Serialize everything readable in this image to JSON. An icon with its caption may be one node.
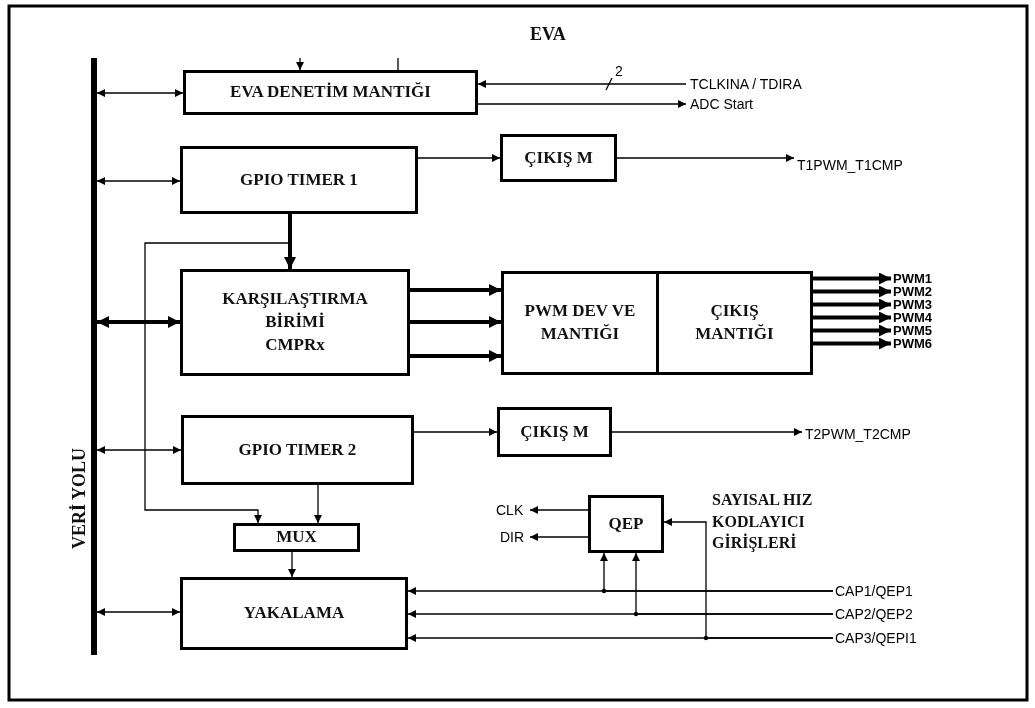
{
  "diagram": {
    "title": "EVA",
    "nodes": [
      {
        "text": [],
        "shape": "bar",
        "beside": [
          "VERİ YOLU"
        ]
      },
      {
        "text": [
          "EVA DENETİM MANTIĞI"
        ]
      },
      {
        "text": [
          "GPIO TIMER 1"
        ]
      },
      {
        "text": [
          "ÇIKIŞ M"
        ]
      },
      {
        "text": [
          "KARŞILAŞTIRMA BİRİMİ CMPRx"
        ]
      },
      {
        "text": [
          "PWM DEV VE MANTIĞI"
        ]
      },
      {
        "text": [
          "ÇIKIŞ MANTIĞI"
        ]
      },
      {
        "text": [
          "GPIO TIMER 2"
        ]
      },
      {
        "text": [
          "ÇIKIŞ M"
        ]
      },
      {
        "text": [
          "MUX"
        ]
      },
      {
        "text": [
          "YAKALAMA"
        ]
      },
      {
        "text": [
          "QEP"
        ]
      },
      {
        "text": [
          "TCLKINA / TDIRA"
        ]
      },
      {
        "text": [
          "ADC Start"
        ]
      },
      {
        "text": [
          "T1PWM_T1CMP"
        ]
      },
      {
        "text": [
          "PWM1"
        ]
      },
      {
        "text": [
          "PWM2"
        ]
      },
      {
        "text": [
          "PWM3"
        ]
      },
      {
        "text": [
          "PWM4"
        ]
      },
      {
        "text": [
          "PWM5"
        ]
      },
      {
        "text": [
          "PWM6"
        ]
      },
      {
        "text": [
          "T2PWM_T2CMP"
        ]
      },
      {
        "text": [
          "CLK"
        ]
      },
      {
        "text": [
          "DIR"
        ]
      },
      {
        "text": [
          "CAP1/QEP1"
        ]
      },
      {
        "text": [
          "CAP2/QEP2"
        ]
      },
      {
        "text": [
          "CAP3/QEPI1"
        ]
      }
    ],
    "edges": [
      {
        "from": 0,
        "to": 1,
        "arrow": "both"
      },
      {
        "from": 0,
        "to": 2,
        "arrow": "both"
      },
      {
        "from": 0,
        "to": 4,
        "arrow": "both",
        "style": "thick"
      },
      {
        "from": 0,
        "to": 7,
        "arrow": "both"
      },
      {
        "from": 0,
        "to": 10,
        "arrow": "both"
      },
      {
        "from": null,
        "to": 1,
        "arrow": "to"
      },
      {
        "from": null,
        "to": 1,
        "arrow": "none"
      },
      {
        "from": 12,
        "to": 1,
        "arrow": "to",
        "label": "2"
      },
      {
        "from": 1,
        "to": 13,
        "arrow": "to"
      },
      {
        "from": 2,
        "to": 3,
        "arrow": "to"
      },
      {
        "from": 3,
        "to": 14,
        "arrow": "to"
      },
      {
        "from": 2,
        "to": 4,
        "arrow": "to",
        "style": "thick"
      },
      {
        "from": 4,
        "to": 5,
        "arrow": "to",
        "style": "thick"
      },
      {
        "from": 4,
        "to": 5,
        "arrow": "to",
        "style": "thick"
      },
      {
        "from": 4,
        "to": 5,
        "arrow": "to",
        "style": "thick"
      },
      {
        "from": 6,
        "to": 15,
        "arrow": "to",
        "style": "thick"
      },
      {
        "from": 6,
        "to": 16,
        "arrow": "to",
        "style": "thick"
      },
      {
        "from": 6,
        "to": 17,
        "arrow": "to",
        "style": "thick"
      },
      {
        "from": 6,
        "to": 18,
        "arrow": "to",
        "style": "thick"
      },
      {
        "from": 6,
        "to": 19,
        "arrow": "to",
        "style": "thick"
      },
      {
        "from": 6,
        "to": 20,
        "arrow": "to",
        "style": "thick"
      },
      {
        "from": 7,
        "to": 8,
        "arrow": "to"
      },
      {
        "from": 8,
        "to": 21,
        "arrow": "to"
      },
      {
        "from": 2,
        "to": 9,
        "arrow": "to"
      },
      {
        "from": 7,
        "to": 9,
        "arrow": "to"
      },
      {
        "from": 9,
        "to": 10,
        "arrow": "to"
      },
      {
        "from": 11,
        "to": 22,
        "arrow": "to"
      },
      {
        "from": 11,
        "to": 23,
        "arrow": "to"
      },
      {
        "from": 24,
        "to": 10,
        "arrow": "to"
      },
      {
        "from": 25,
        "to": 10,
        "arrow": "to"
      },
      {
        "from": 26,
        "to": 10,
        "arrow": "to"
      },
      {
        "from": 24,
        "to": 11,
        "arrow": "to"
      },
      {
        "from": 25,
        "to": 11,
        "arrow": "to"
      },
      {
        "from": 26,
        "to": 11,
        "arrow": "to"
      }
    ],
    "labels": [
      "SAYISAL HIZ KODLAYICI GİRİŞLERİ"
    ]
  }
}
